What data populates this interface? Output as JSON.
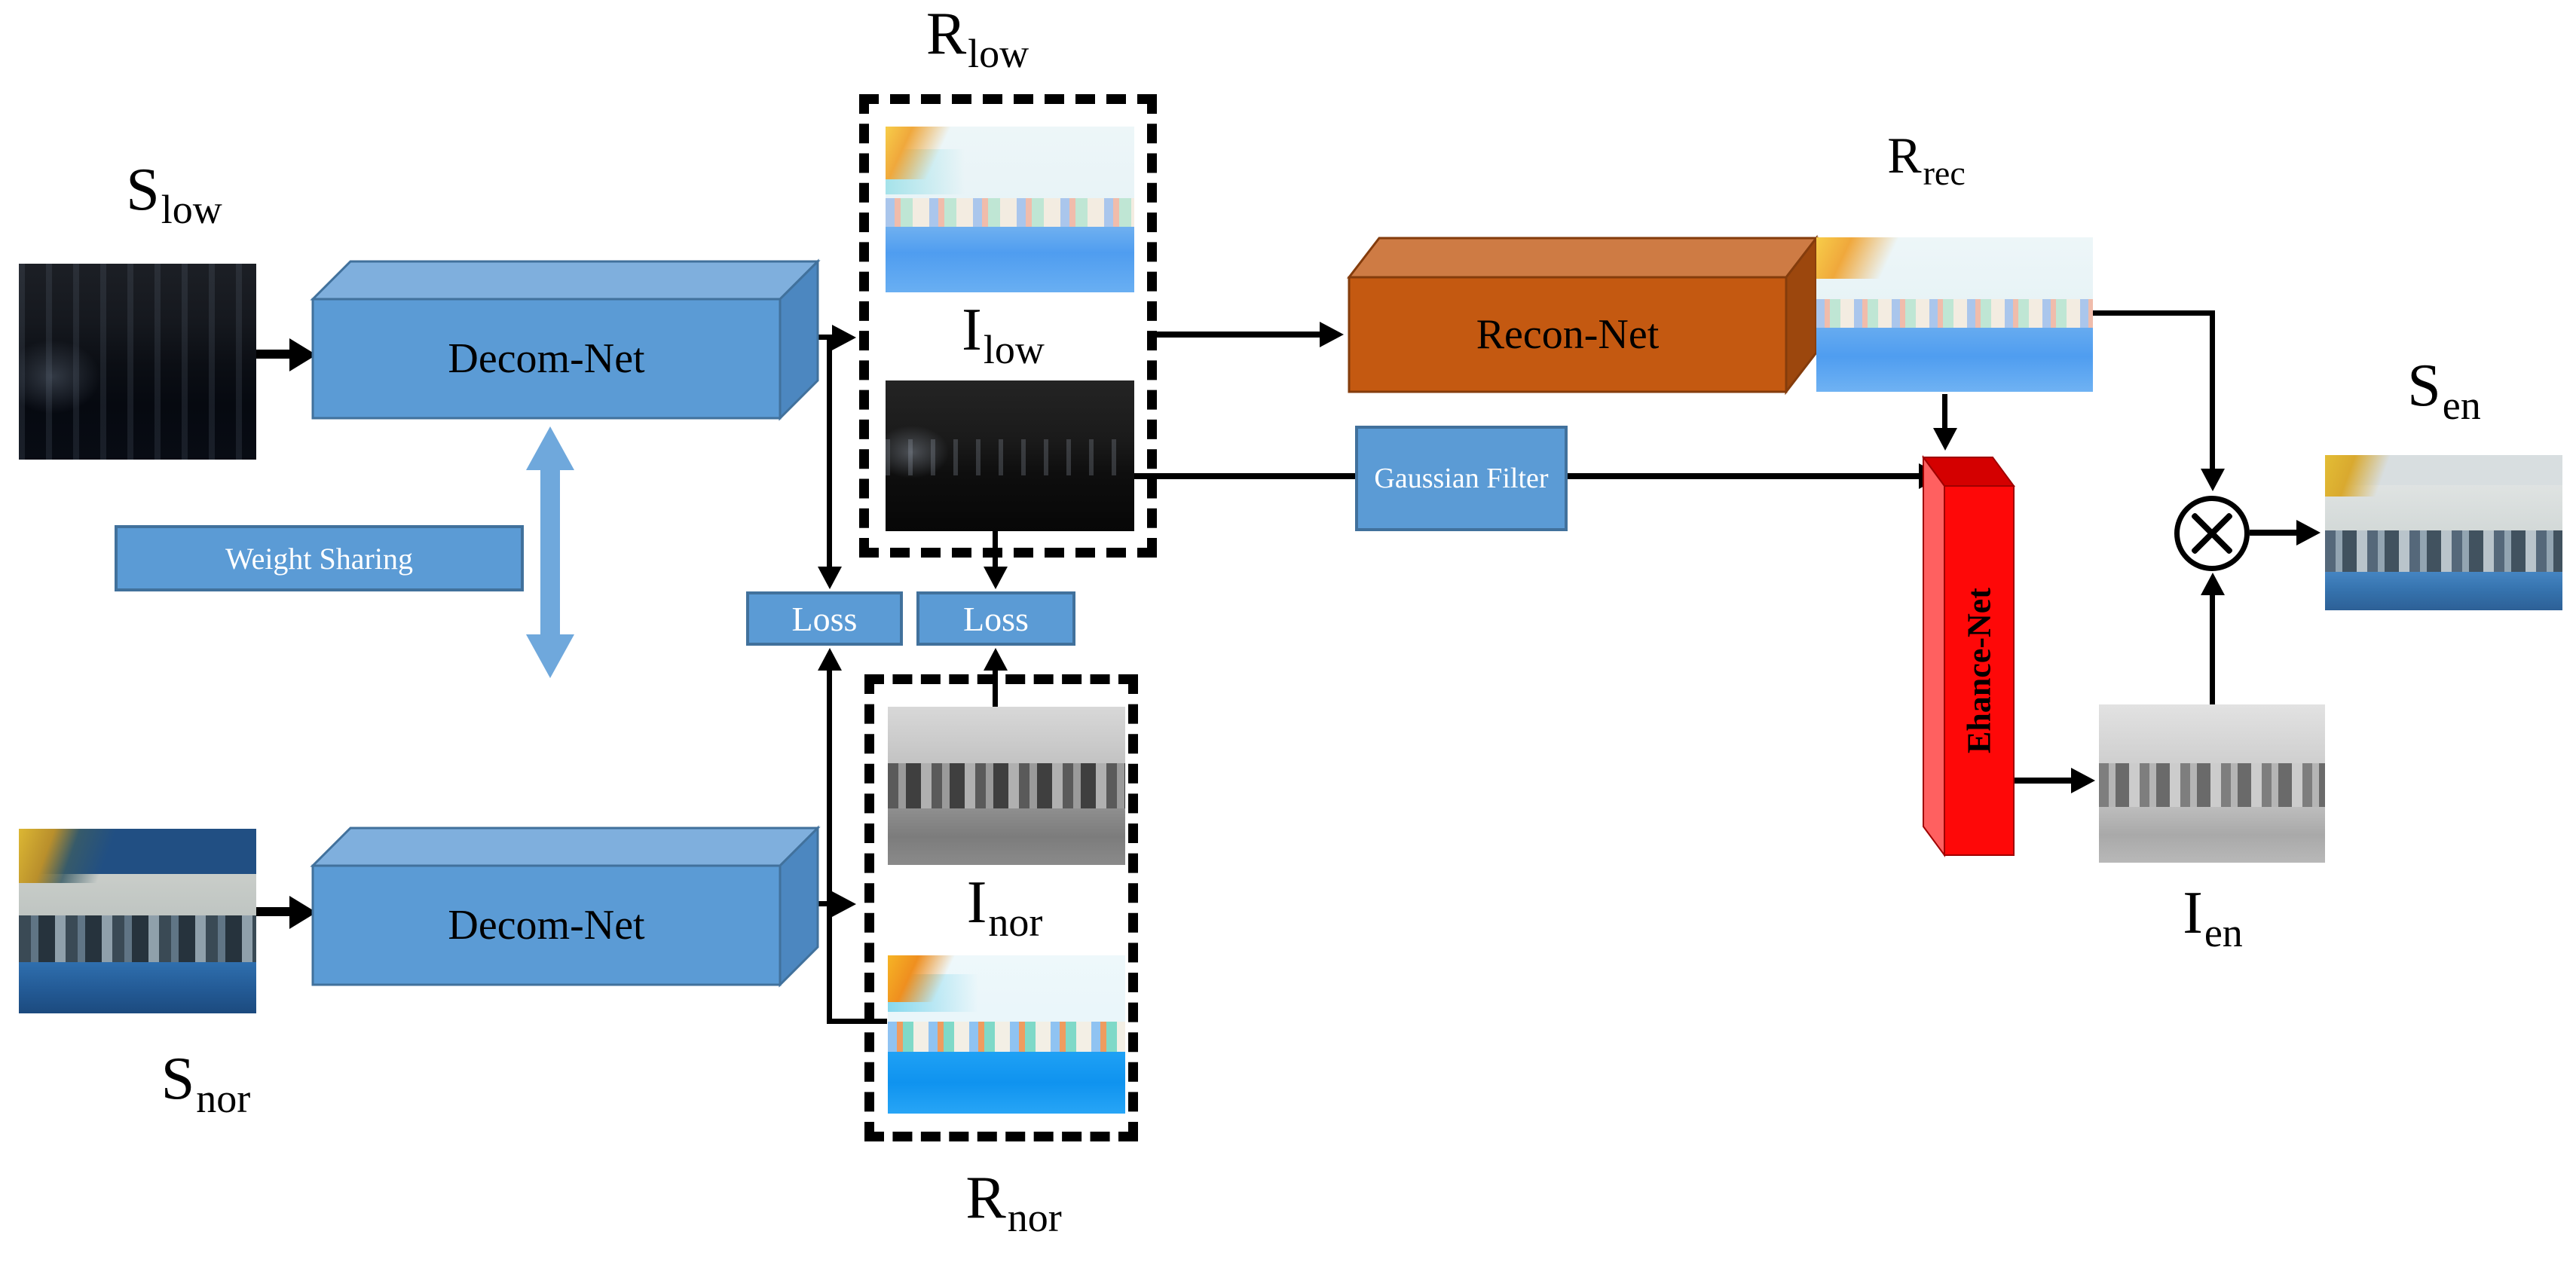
{
  "figure": {
    "description": "Retinex-based low-light image enhancement network architecture diagram",
    "nodes": {
      "decom_net_1": {
        "label": "Decom-Net"
      },
      "decom_net_2": {
        "label": "Decom-Net"
      },
      "weight_sharing": {
        "label": "Weight Sharing"
      },
      "loss_1": {
        "label": "Loss"
      },
      "loss_2": {
        "label": "Loss"
      },
      "recon_net": {
        "label": "Recon-Net"
      },
      "gaussian_filter": {
        "label": "Gaussian Filter"
      },
      "ehance_net": {
        "label": "Ehance-Net"
      }
    },
    "math_labels": {
      "s_low": {
        "base": "S",
        "sub": "low"
      },
      "s_nor": {
        "base": "S",
        "sub": "nor"
      },
      "r_low": {
        "base": "R",
        "sub": "low"
      },
      "i_low": {
        "base": "I",
        "sub": "low"
      },
      "i_nor": {
        "base": "I",
        "sub": "nor"
      },
      "r_nor": {
        "base": "R",
        "sub": "nor"
      },
      "r_rec": {
        "base": "R",
        "sub": "rec"
      },
      "i_en": {
        "base": "I",
        "sub": "en"
      },
      "s_en": {
        "base": "S",
        "sub": "en"
      }
    },
    "operator": {
      "symbol": "⊗",
      "meaning": "element-wise multiplication"
    },
    "colors": {
      "node_blue": "#5b9bd5",
      "node_blue_border": "#41719c",
      "node_blue_top": "#7fafdd",
      "node_blue_side": "#4c87c0",
      "recon_orange": "#c45911",
      "recon_orange_top": "#ce7b44",
      "recon_orange_side": "#9c470d",
      "ehance_red": "#fe0808",
      "ehance_red_top": "#d40000",
      "ehance_red_side": "#ff6060",
      "double_arrow_blue": "#6fa8dc",
      "line_black": "#000000"
    }
  }
}
